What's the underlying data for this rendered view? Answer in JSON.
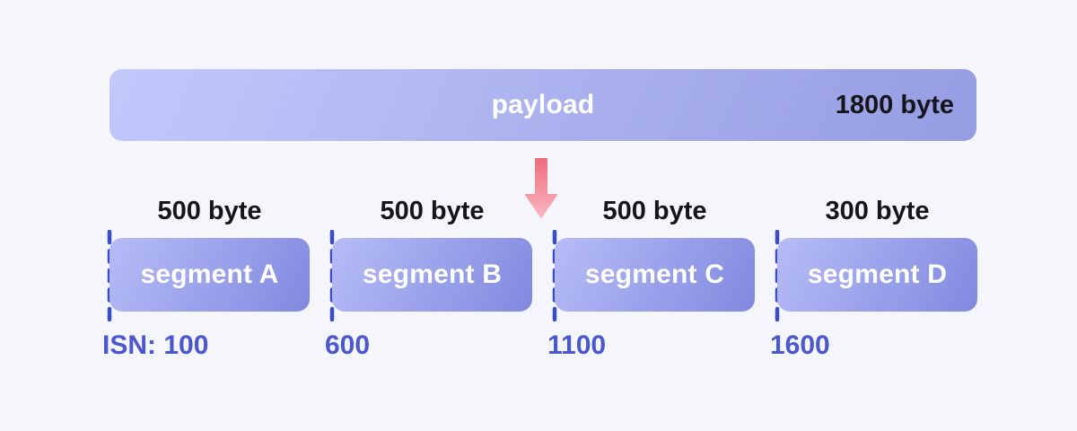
{
  "colors": {
    "background": "#f5f6fb",
    "bar_gradient_start": "#c3c8fb",
    "bar_gradient_end": "#959ce2",
    "segment_gradient_start": "#b6bcf6",
    "segment_gradient_end": "#8189e0",
    "arrow_gradient_start": "#ef6d7d",
    "arrow_gradient_end": "#f9b6bf",
    "dash_line": "#3b4dc5",
    "isn_text": "#4b57cf",
    "dark_text": "#15161a",
    "light_text": "#ffffff"
  },
  "payload": {
    "label": "payload",
    "size": "1800 byte"
  },
  "segments": [
    {
      "label": "segment A",
      "size": "500 byte",
      "isn": "ISN: 100"
    },
    {
      "label": "segment B",
      "size": "500 byte",
      "isn": "600"
    },
    {
      "label": "segment C",
      "size": "500 byte",
      "isn": "1100"
    },
    {
      "label": "segment D",
      "size": "300 byte",
      "isn": "1600"
    }
  ]
}
